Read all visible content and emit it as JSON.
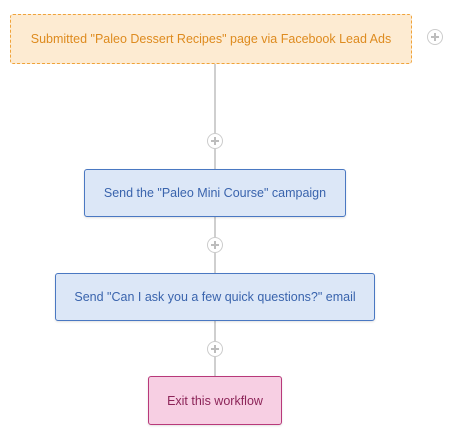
{
  "workflow": {
    "trigger": {
      "label": "Submitted \"Paleo Dessert Recipes\" page via Facebook Lead Ads"
    },
    "steps": [
      {
        "type": "action",
        "label": "Send the \"Paleo Mini Course\" campaign"
      },
      {
        "type": "action",
        "label": "Send \"Can I ask you a few quick questions?\" email"
      },
      {
        "type": "exit",
        "label": "Exit this workflow"
      }
    ],
    "icons": {
      "add_step": "plus-circle-icon",
      "add_trigger": "plus-circle-icon"
    },
    "colors": {
      "trigger_fill": "#fdebd2",
      "trigger_border": "#f0a33a",
      "trigger_text": "#de8b1f",
      "action_fill": "#dce7f7",
      "action_border": "#4a78c2",
      "action_text": "#3a64ad",
      "exit_fill": "#f7cfe3",
      "exit_border": "#b8397a",
      "exit_text": "#8c2458",
      "connector": "#cfcfcf"
    }
  }
}
